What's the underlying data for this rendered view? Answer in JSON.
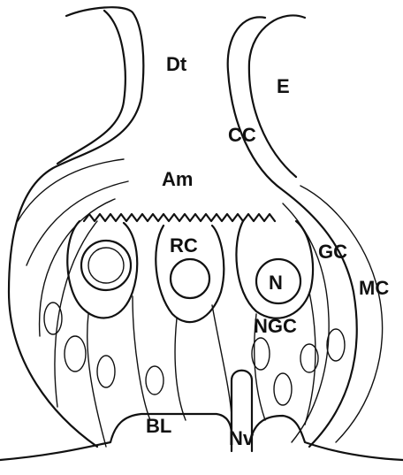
{
  "labels": {
    "dt": "Dt",
    "e": "E",
    "cc": "CC",
    "am": "Am",
    "rc": "RC",
    "gc": "GC",
    "n": "N",
    "mc": "MC",
    "ngc": "NGC",
    "bl": "BL",
    "nv": "Nv"
  },
  "colors": {
    "ink": "#111111",
    "paper": "#ffffff"
  }
}
